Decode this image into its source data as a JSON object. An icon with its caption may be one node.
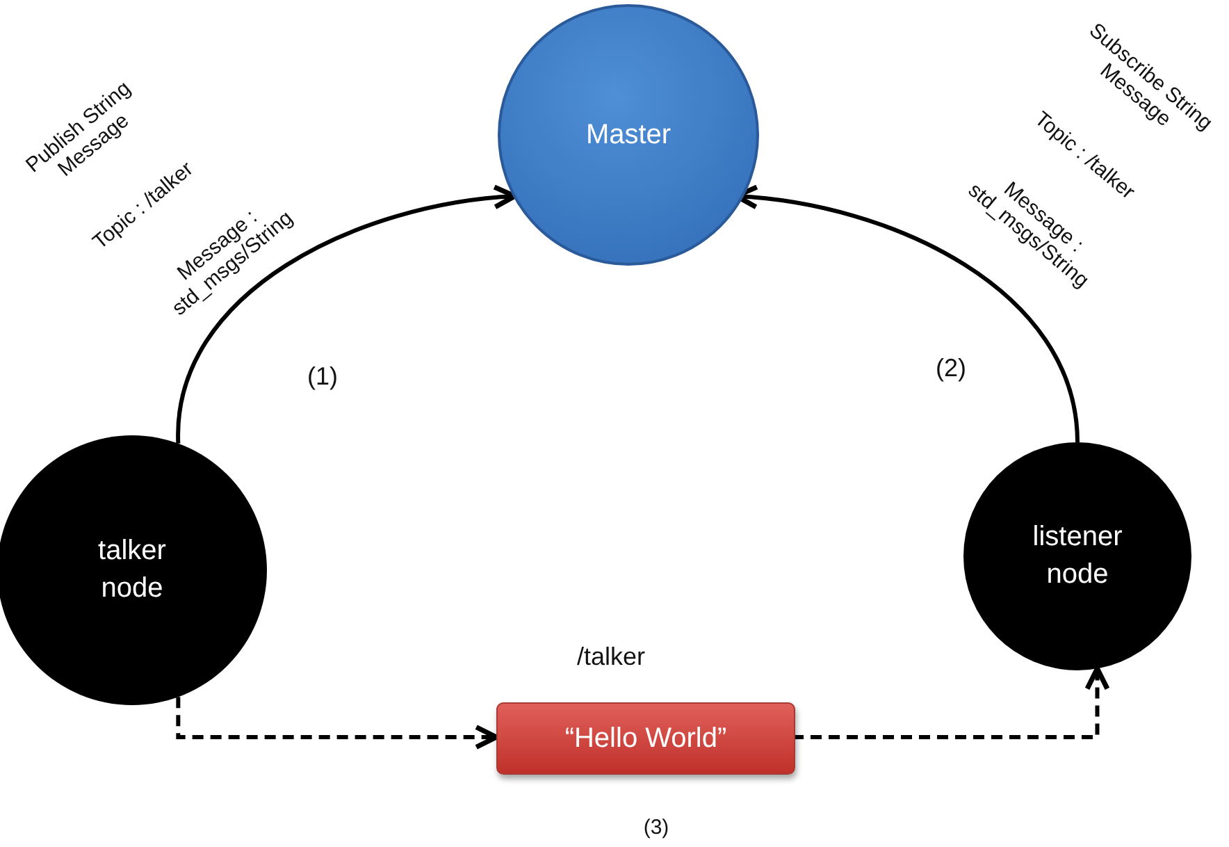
{
  "diagram": {
    "nodes": [
      {
        "text": [
          "Master"
        ]
      },
      {
        "text": [
          "talker node"
        ]
      },
      {
        "text": [
          "listener node"
        ]
      },
      {
        "text": [
          "“Hello World”"
        ],
        "beside": [
          "/talker"
        ]
      }
    ],
    "edges": [
      {
        "from": 1,
        "to": 0,
        "arrow": "to",
        "label": "(1)"
      },
      {
        "from": 2,
        "to": 0,
        "arrow": "to",
        "label": "(2)"
      },
      {
        "from": 1,
        "to": 3,
        "arrow": "to",
        "style": "dashed"
      },
      {
        "from": 3,
        "to": 2,
        "arrow": "to",
        "style": "dashed"
      }
    ],
    "labels": [
      "Publish String Message",
      "Topic : /talker",
      "Message : std_msgs/String",
      "Subscribe String Message",
      "Topic : /talker",
      "Message : std_msgs/String",
      "(3)"
    ]
  }
}
